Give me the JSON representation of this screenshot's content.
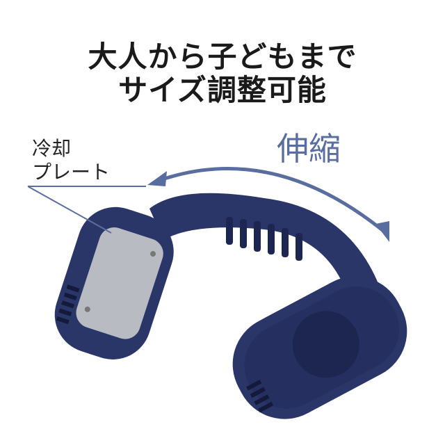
{
  "headline": {
    "line1": "大人から子どもまで",
    "line2": "サイズ調整可能"
  },
  "stretch_label": "伸縮",
  "plate_label": {
    "line1": "冷却",
    "line2": "プレート"
  },
  "colors": {
    "device": "#2b3668",
    "device_dark": "#1d2650",
    "accent": "#5a6d9f",
    "plate": "#b8bcc2"
  }
}
